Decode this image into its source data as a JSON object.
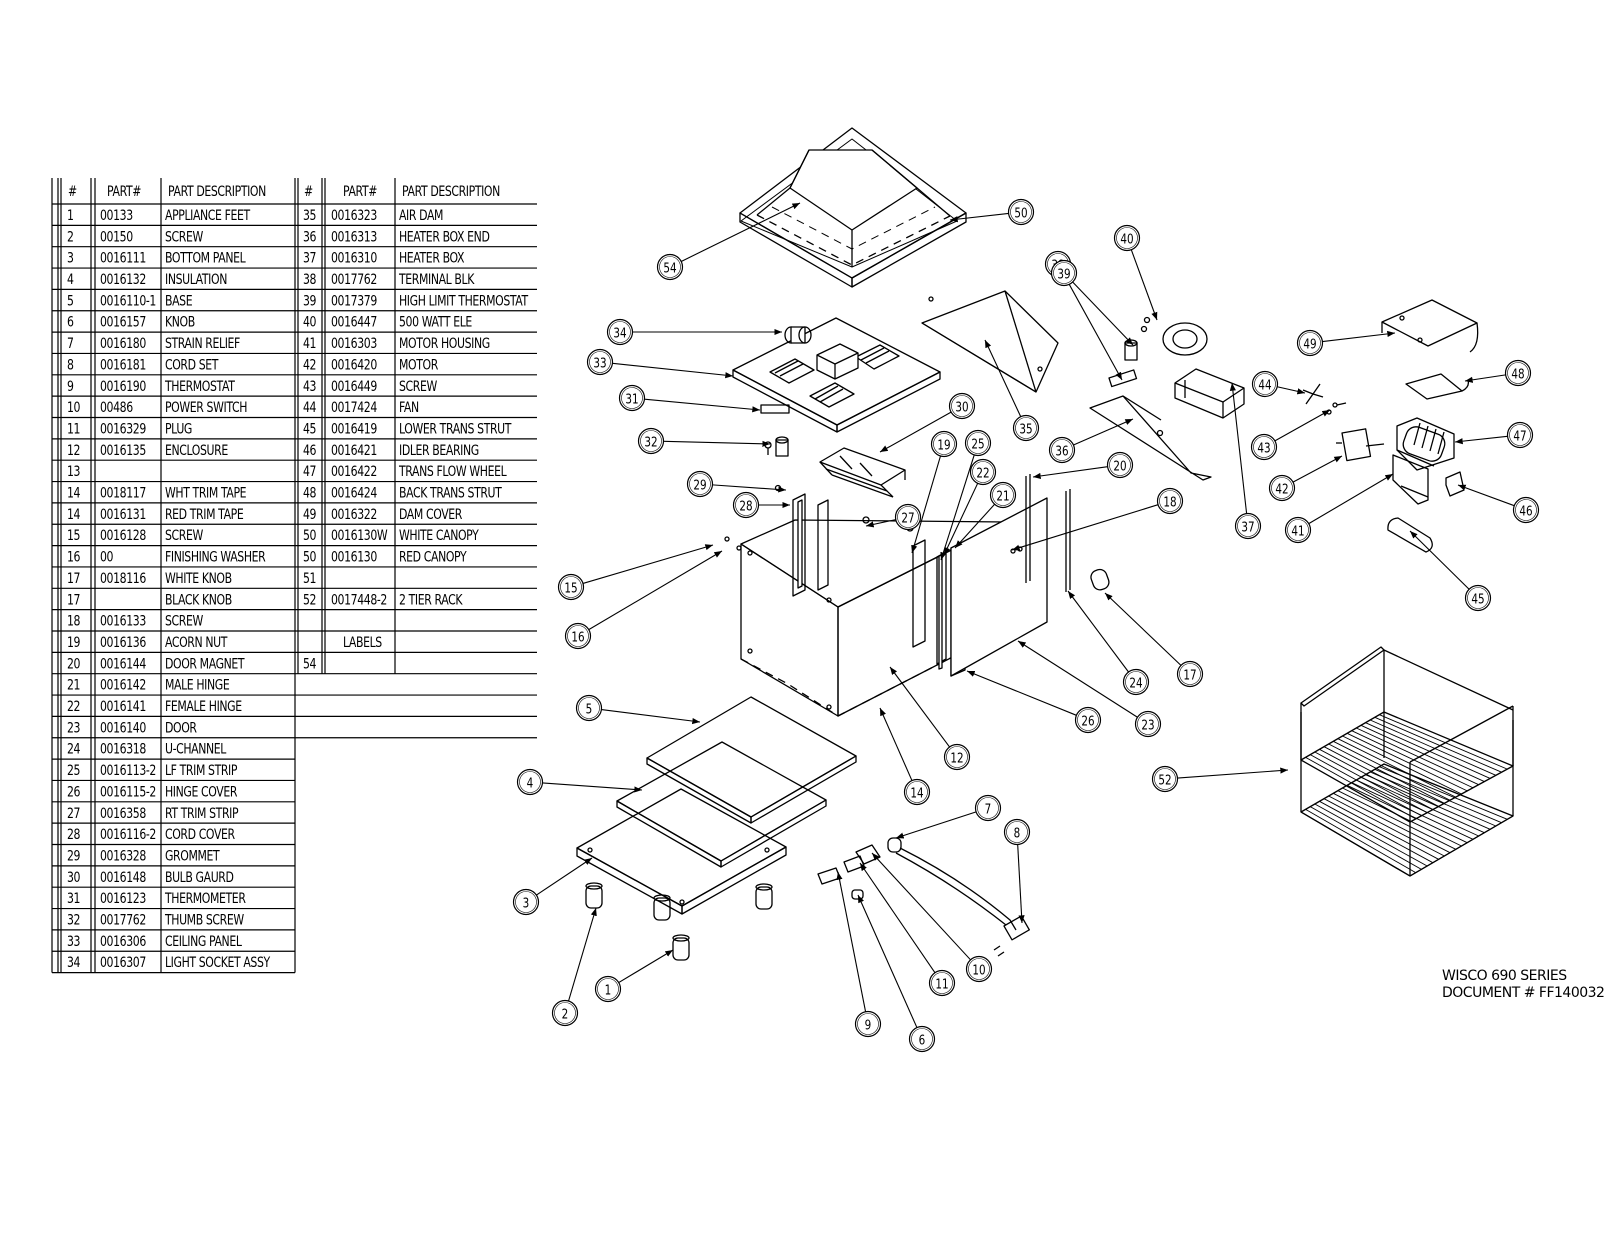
{
  "parts_table": {
    "headers": {
      "num": "#",
      "part": "PART#",
      "desc": "PART DESCRIPTION"
    },
    "left_rows": [
      {
        "num": "1",
        "part": "00133",
        "desc": "APPLIANCE FEET"
      },
      {
        "num": "2",
        "part": "00150",
        "desc": "SCREW"
      },
      {
        "num": "3",
        "part": "0016111",
        "desc": "BOTTOM PANEL"
      },
      {
        "num": "4",
        "part": "0016132",
        "desc": "INSULATION"
      },
      {
        "num": "5",
        "part": "0016110-1",
        "desc": "BASE"
      },
      {
        "num": "6",
        "part": "0016157",
        "desc": "KNOB"
      },
      {
        "num": "7",
        "part": "0016180",
        "desc": "STRAIN RELIEF"
      },
      {
        "num": "8",
        "part": "0016181",
        "desc": "CORD SET"
      },
      {
        "num": "9",
        "part": "0016190",
        "desc": "THERMOSTAT"
      },
      {
        "num": "10",
        "part": "00486",
        "desc": "POWER SWITCH"
      },
      {
        "num": "11",
        "part": "0016329",
        "desc": "PLUG"
      },
      {
        "num": "12",
        "part": "0016135",
        "desc": "ENCLOSURE"
      },
      {
        "num": "13",
        "part": "",
        "desc": ""
      },
      {
        "num": "14",
        "part": "0018117",
        "desc": "WHT TRIM TAPE"
      },
      {
        "num": "14",
        "part": "0016131",
        "desc": "RED TRIM TAPE"
      },
      {
        "num": "15",
        "part": "0016128",
        "desc": "SCREW"
      },
      {
        "num": "16",
        "part": "00",
        "desc": "FINISHING WASHER"
      },
      {
        "num": "17",
        "part": "0018116",
        "desc": "WHITE KNOB"
      },
      {
        "num": "17",
        "part": "",
        "desc": "BLACK KNOB"
      },
      {
        "num": "18",
        "part": "0016133",
        "desc": "SCREW"
      },
      {
        "num": "19",
        "part": "0016136",
        "desc": "ACORN NUT"
      },
      {
        "num": "20",
        "part": "0016144",
        "desc": "DOOR MAGNET"
      },
      {
        "num": "21",
        "part": "0016142",
        "desc": "MALE HINGE"
      },
      {
        "num": "22",
        "part": "0016141",
        "desc": "FEMALE HINGE"
      },
      {
        "num": "23",
        "part": "0016140",
        "desc": "DOOR"
      },
      {
        "num": "24",
        "part": "0016318",
        "desc": "U-CHANNEL"
      },
      {
        "num": "25",
        "part": "0016113-2",
        "desc": "LF TRIM STRIP"
      },
      {
        "num": "26",
        "part": "0016115-2",
        "desc": "HINGE COVER"
      },
      {
        "num": "27",
        "part": "0016358",
        "desc": "RT TRIM STRIP"
      },
      {
        "num": "28",
        "part": "0016116-2",
        "desc": "CORD COVER"
      },
      {
        "num": "29",
        "part": "0016328",
        "desc": "GROMMET"
      },
      {
        "num": "30",
        "part": "0016148",
        "desc": "BULB GAURD"
      },
      {
        "num": "31",
        "part": "0016123",
        "desc": "THERMOMETER"
      },
      {
        "num": "32",
        "part": "0017762",
        "desc": "THUMB SCREW"
      },
      {
        "num": "33",
        "part": "0016306",
        "desc": "CEILING PANEL"
      },
      {
        "num": "34",
        "part": "0016307",
        "desc": "LIGHT SOCKET ASSY"
      }
    ],
    "right_rows": [
      {
        "num": "35",
        "part": "0016323",
        "desc": "AIR DAM"
      },
      {
        "num": "36",
        "part": "0016313",
        "desc": "HEATER BOX END"
      },
      {
        "num": "37",
        "part": "0016310",
        "desc": "HEATER BOX"
      },
      {
        "num": "38",
        "part": "0017762",
        "desc": "TERMINAL BLK"
      },
      {
        "num": "39",
        "part": "0017379",
        "desc": "HIGH LIMIT THERMOSTAT"
      },
      {
        "num": "40",
        "part": "0016447",
        "desc": "500 WATT ELE"
      },
      {
        "num": "41",
        "part": "0016303",
        "desc": "MOTOR HOUSING"
      },
      {
        "num": "42",
        "part": "0016420",
        "desc": "MOTOR"
      },
      {
        "num": "43",
        "part": "0016449",
        "desc": "SCREW"
      },
      {
        "num": "44",
        "part": "0017424",
        "desc": "FAN"
      },
      {
        "num": "45",
        "part": "0016419",
        "desc": "LOWER TRANS STRUT"
      },
      {
        "num": "46",
        "part": "0016421",
        "desc": "IDLER BEARING"
      },
      {
        "num": "47",
        "part": "0016422",
        "desc": "TRANS FLOW WHEEL"
      },
      {
        "num": "48",
        "part": "0016424",
        "desc": "BACK TRANS STRUT"
      },
      {
        "num": "49",
        "part": "0016322",
        "desc": "DAM COVER"
      },
      {
        "num": "50",
        "part": "0016130W",
        "desc": "WHITE CANOPY"
      },
      {
        "num": "50",
        "part": "0016130",
        "desc": "RED CANOPY"
      },
      {
        "num": "51",
        "part": "",
        "desc": ""
      },
      {
        "num": "52",
        "part": "0017448-2",
        "desc": "2 TIER RACK"
      },
      {
        "num": "",
        "part": "",
        "desc": ""
      },
      {
        "num": "",
        "part": "LABELS",
        "desc": ""
      },
      {
        "num": "54",
        "part": "",
        "desc": ""
      }
    ]
  },
  "callouts": [
    "1",
    "2",
    "3",
    "4",
    "5",
    "6",
    "7",
    "8",
    "9",
    "10",
    "11",
    "12",
    "14",
    "15",
    "16",
    "17",
    "18",
    "19",
    "20",
    "21",
    "22",
    "23",
    "24",
    "25",
    "26",
    "27",
    "28",
    "29",
    "30",
    "31",
    "32",
    "33",
    "34",
    "35",
    "36",
    "37",
    "38",
    "39",
    "40",
    "41",
    "42",
    "43",
    "44",
    "45",
    "46",
    "47",
    "48",
    "49",
    "50",
    "52",
    "54"
  ],
  "title_block": {
    "line1": "WISCO 690 SERIES",
    "line2": "DOCUMENT # FF140032"
  }
}
